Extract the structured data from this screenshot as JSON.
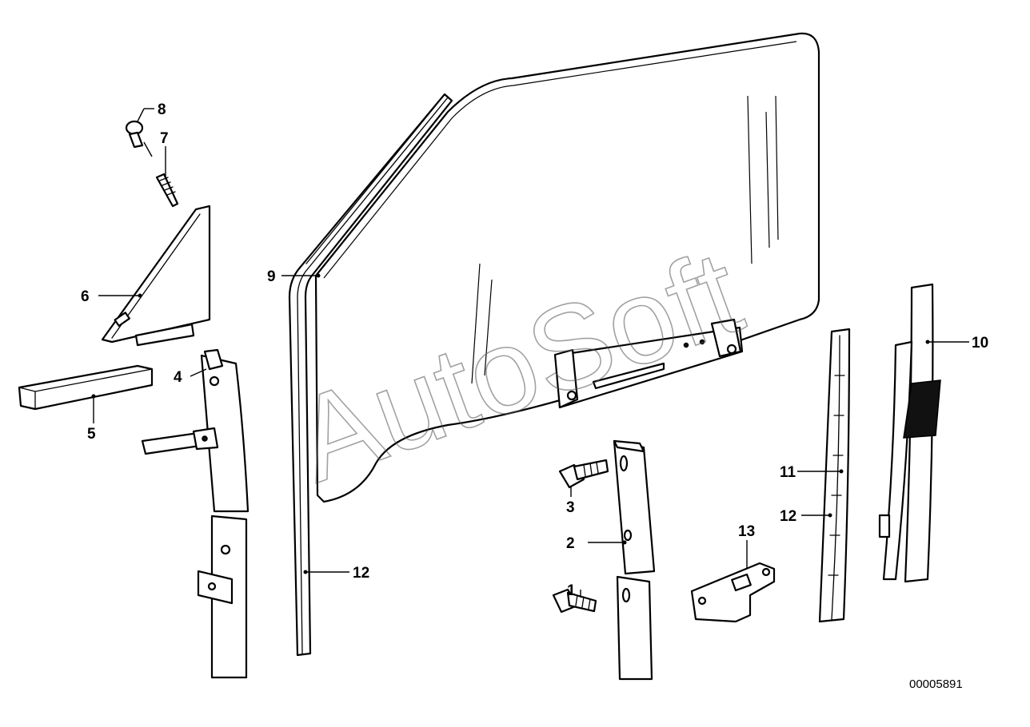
{
  "diagram": {
    "watermark": "AutoSoft",
    "document_number": "00005891",
    "callouts": [
      {
        "id": "c1",
        "label": "1"
      },
      {
        "id": "c2",
        "label": "2"
      },
      {
        "id": "c3",
        "label": "3"
      },
      {
        "id": "c4",
        "label": "4"
      },
      {
        "id": "c5",
        "label": "5"
      },
      {
        "id": "c6",
        "label": "6"
      },
      {
        "id": "c7",
        "label": "7"
      },
      {
        "id": "c8",
        "label": "8"
      },
      {
        "id": "c9",
        "label": "9"
      },
      {
        "id": "c10",
        "label": "10"
      },
      {
        "id": "c11",
        "label": "11"
      },
      {
        "id": "c12a",
        "label": "12"
      },
      {
        "id": "c12b",
        "label": "12"
      },
      {
        "id": "c13",
        "label": "13"
      }
    ]
  }
}
